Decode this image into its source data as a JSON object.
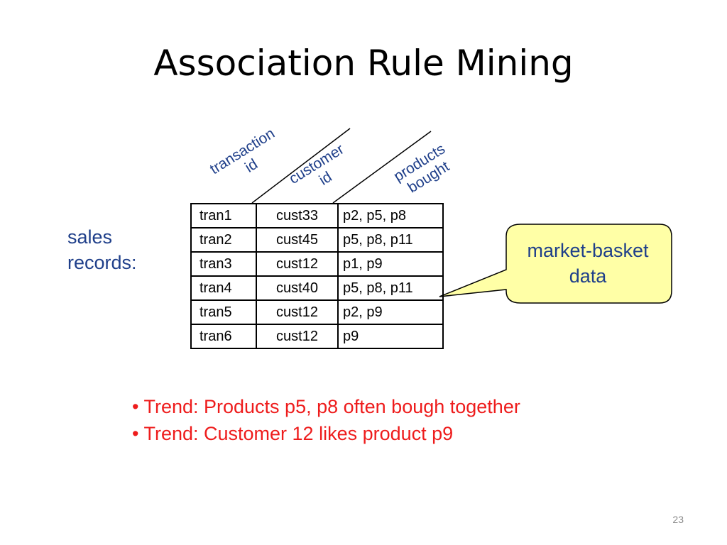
{
  "slide": {
    "title": "Association Rule Mining",
    "page_number": "23"
  },
  "column_headers": {
    "transaction": [
      "transaction",
      "id"
    ],
    "customer": [
      "customer",
      "id"
    ],
    "products": [
      "products",
      "bought"
    ]
  },
  "side_label": [
    "sales",
    "records:"
  ],
  "table": {
    "rows": [
      [
        "tran1",
        "cust33",
        "p2, p5, p8"
      ],
      [
        "tran2",
        "cust45",
        "p5, p8, p11"
      ],
      [
        "tran3",
        "cust12",
        "p1, p9"
      ],
      [
        "tran4",
        "cust40",
        "p5, p8, p11"
      ],
      [
        "tran5",
        "cust12",
        "p2, p9"
      ],
      [
        "tran6",
        "cust12",
        "p9"
      ]
    ]
  },
  "callout": {
    "lines": [
      "market-basket",
      "data"
    ],
    "fill": "#ffffa6"
  },
  "bullets": [
    "• Trend: Products p5, p8 often bough together",
    "• Trend: Customer 12 likes product p9"
  ],
  "colors": {
    "label_blue": "#1f3f8a",
    "trend_red": "#ee1c1c"
  }
}
